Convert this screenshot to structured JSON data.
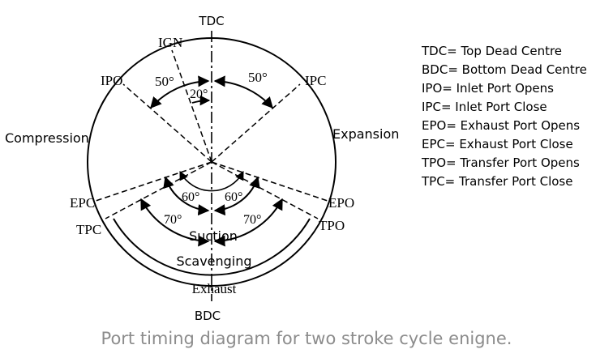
{
  "diagram": {
    "labels": {
      "tdc": "TDC",
      "bdc": "BDC",
      "ign": "IGN",
      "ipo": "IPO",
      "ipc": "IPC",
      "epc": "EPC",
      "epo": "EPO",
      "tpc": "TPC",
      "tpo": "TPO",
      "compression": "Compression",
      "expansion": "Expansion",
      "suction": "Suction",
      "scavenging": "Scavenging",
      "exhaust": "Exhaust"
    },
    "angles": {
      "ipo_deg": "50°",
      "ipc_deg": "50°",
      "ign_deg": "20°",
      "epc_deg": "60°",
      "epo_deg": "60°",
      "tpc_deg": "70°",
      "tpo_deg": "70°"
    }
  },
  "legend": [
    "TDC= Top Dead Centre",
    "BDC= Bottom Dead Centre",
    "IPO= Inlet Port Opens",
    "IPC= Inlet Port Close",
    "EPO= Exhaust Port Opens",
    "EPC= Exhaust Port Close",
    "TPO= Transfer Port Opens",
    "TPC= Transfer Port Close"
  ],
  "caption": "Port timing diagram for two stroke cycle enigne.",
  "colors": {
    "line": "#000000",
    "caption": "#8c8c8c",
    "background": "#ffffff"
  }
}
